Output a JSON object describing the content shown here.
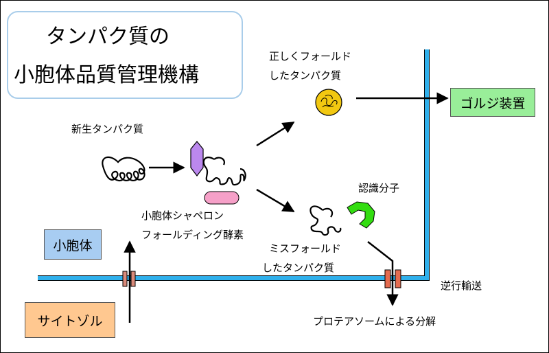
{
  "title": {
    "line1": "タンパク質の",
    "line2": "小胞体品質管理機構"
  },
  "labels": {
    "nascent": "新生タンパク質",
    "folded_line1": "正しくフォールド",
    "folded_line2": "したタンパク質",
    "golgi": "ゴルジ装置",
    "recognition": "認識分子",
    "chaperone_line1": "小胞体シャペロン",
    "chaperone_line2": "フォールディング酵素",
    "misfolded_line1": "ミスフォールド",
    "misfolded_line2": "したタンパク質",
    "er": "小胞体",
    "retro": "逆行輸送",
    "cytosol": "サイトゾル",
    "proteasome": "プロテアソームによる分解"
  },
  "colors": {
    "membrane": "#2fb0ec",
    "title_border": "#a9cdea",
    "golgi_fill": "#99ee99",
    "er_fill": "#a8cdf2",
    "cytosol_fill": "#ffc890",
    "chaperone_purple": "#bb88ee",
    "chaperone_pink": "#f6a0c8",
    "recognition_green": "#33dd11",
    "folded_protein": "#f2c811",
    "channel_fill": "#e56b4f"
  }
}
